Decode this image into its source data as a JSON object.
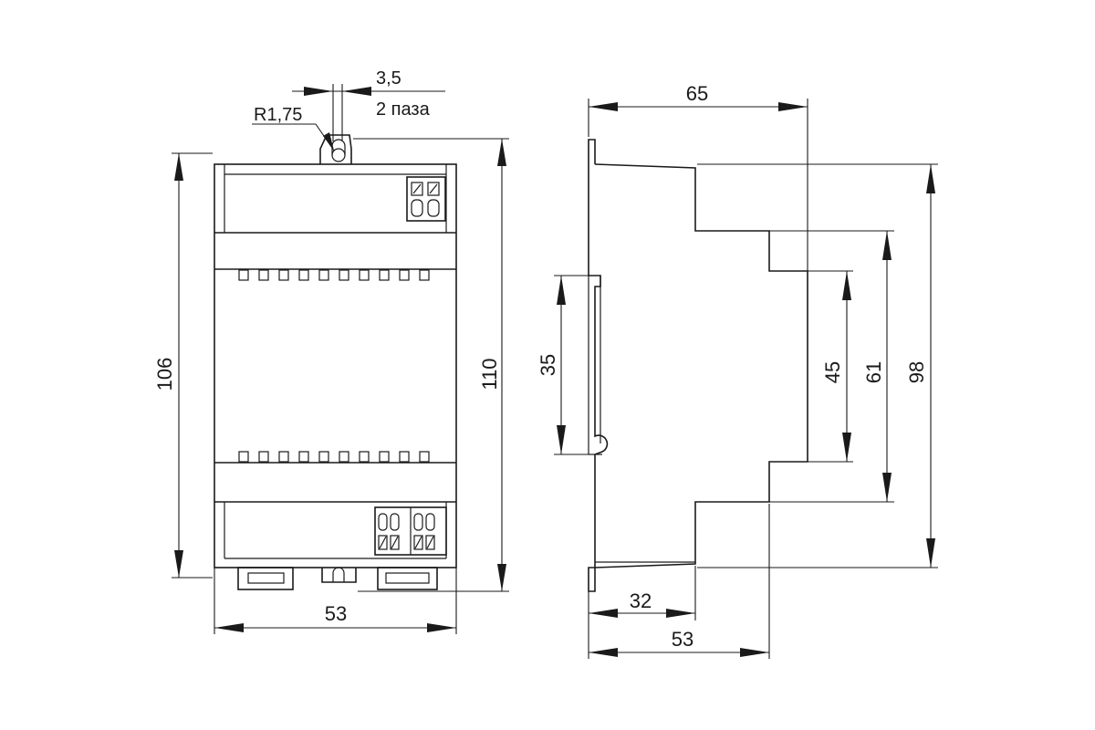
{
  "front_view": {
    "dimensions": {
      "width": "53",
      "height_body": "106",
      "height_total": "110",
      "slot_width": "3,5",
      "slot_radius": "R1,75",
      "slot_count": "2 паза"
    }
  },
  "side_view": {
    "dimensions": {
      "depth_total": "65",
      "rail_height": "35",
      "step_45": "45",
      "step_61": "61",
      "height_98": "98",
      "depth_32": "32",
      "depth_53": "53"
    }
  }
}
